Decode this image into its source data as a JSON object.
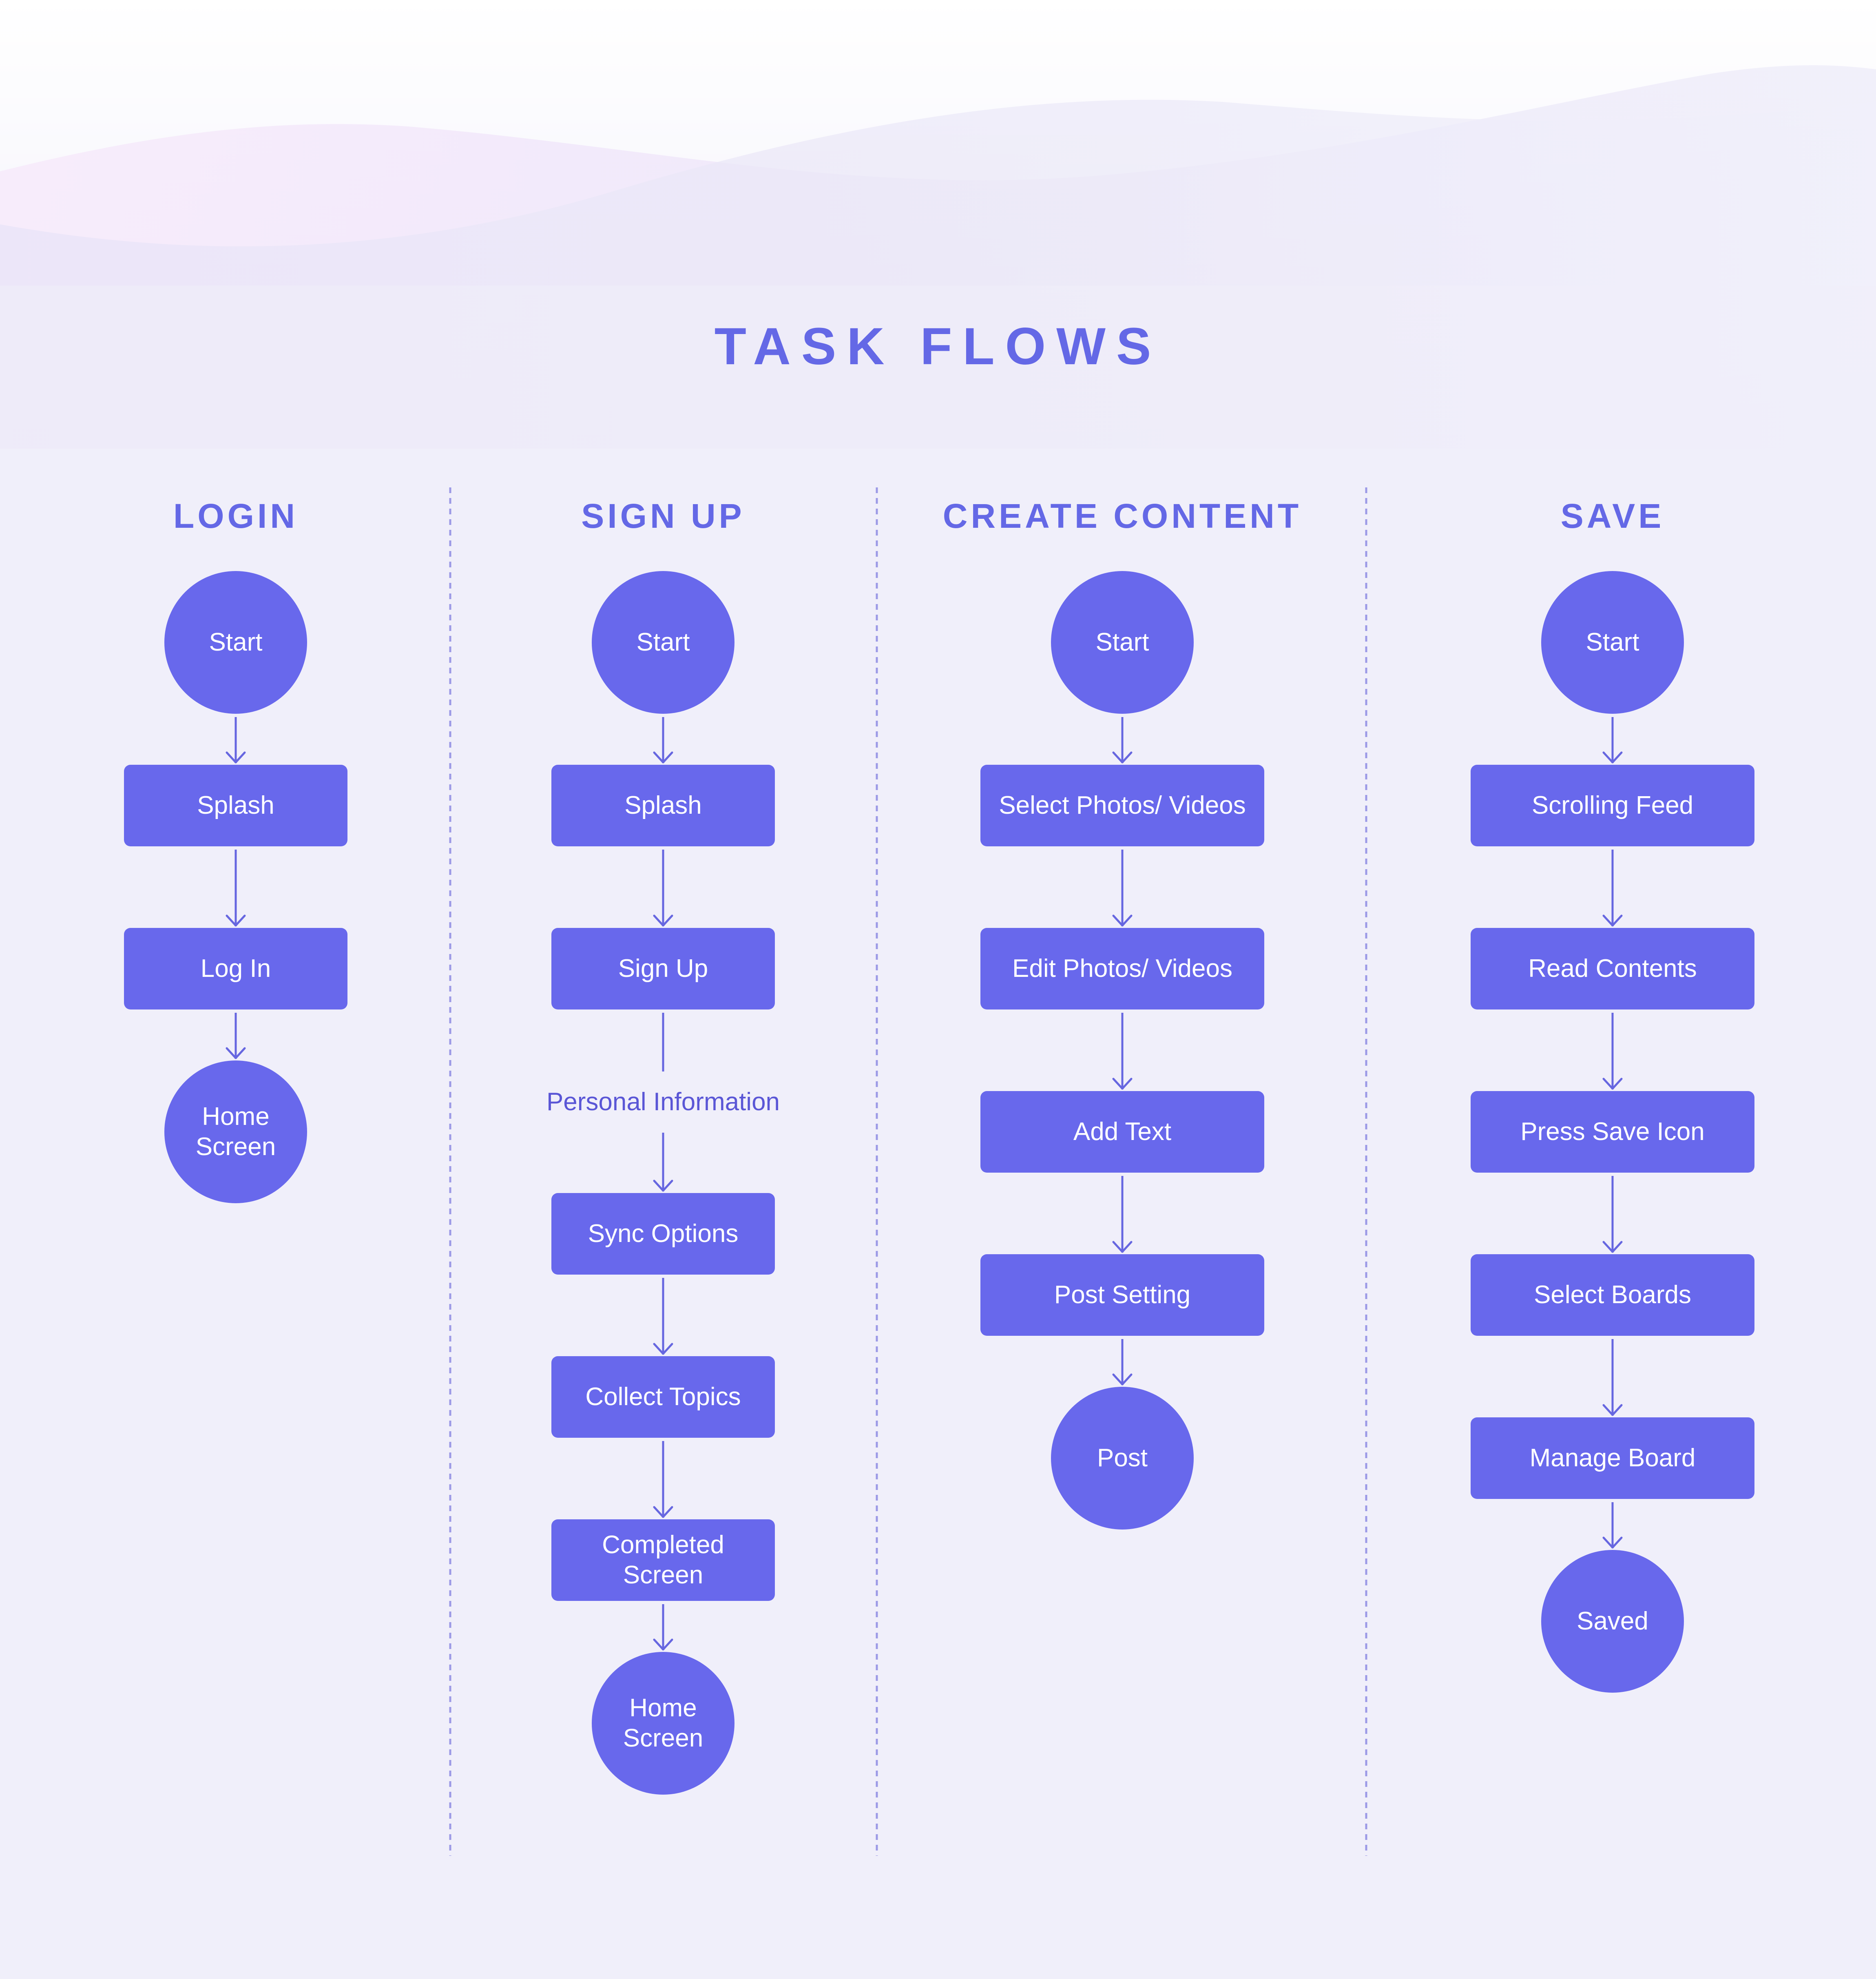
{
  "title": "TASK FLOWS",
  "colors": {
    "background": "#F0EFFA",
    "accent": "#6468E6",
    "node_fill": "#6868EC",
    "node_text": "#FFFFFF",
    "connector": "#6666E0",
    "divider": "#9C9AE6"
  },
  "flows": [
    {
      "title": "LOGIN",
      "nodes": [
        {
          "label": "Start",
          "shape": "circle"
        },
        {
          "label": "Splash",
          "shape": "rect"
        },
        {
          "label": "Log In",
          "shape": "rect"
        },
        {
          "label": "Home\nScreen",
          "shape": "circle"
        }
      ]
    },
    {
      "title": "SIGN UP",
      "nodes": [
        {
          "label": "Start",
          "shape": "circle"
        },
        {
          "label": "Splash",
          "shape": "rect"
        },
        {
          "label": "Sign Up",
          "shape": "rect"
        },
        {
          "label": "Sync Options",
          "shape": "rect",
          "edge_label": "Personal Information"
        },
        {
          "label": "Collect Topics",
          "shape": "rect"
        },
        {
          "label": "Completed\nScreen",
          "shape": "rect"
        },
        {
          "label": "Home\nScreen",
          "shape": "circle"
        }
      ]
    },
    {
      "title": "CREATE CONTENT",
      "nodes": [
        {
          "label": "Start",
          "shape": "circle"
        },
        {
          "label": "Select Photos/ Videos",
          "shape": "rect"
        },
        {
          "label": "Edit Photos/ Videos",
          "shape": "rect"
        },
        {
          "label": "Add Text",
          "shape": "rect"
        },
        {
          "label": "Post Setting",
          "shape": "rect"
        },
        {
          "label": "Post",
          "shape": "circle"
        }
      ]
    },
    {
      "title": "SAVE",
      "nodes": [
        {
          "label": "Start",
          "shape": "circle"
        },
        {
          "label": "Scrolling Feed",
          "shape": "rect"
        },
        {
          "label": "Read Contents",
          "shape": "rect"
        },
        {
          "label": "Press Save Icon",
          "shape": "rect"
        },
        {
          "label": "Select Boards",
          "shape": "rect"
        },
        {
          "label": "Manage Board",
          "shape": "rect"
        },
        {
          "label": "Saved",
          "shape": "circle"
        }
      ]
    }
  ]
}
